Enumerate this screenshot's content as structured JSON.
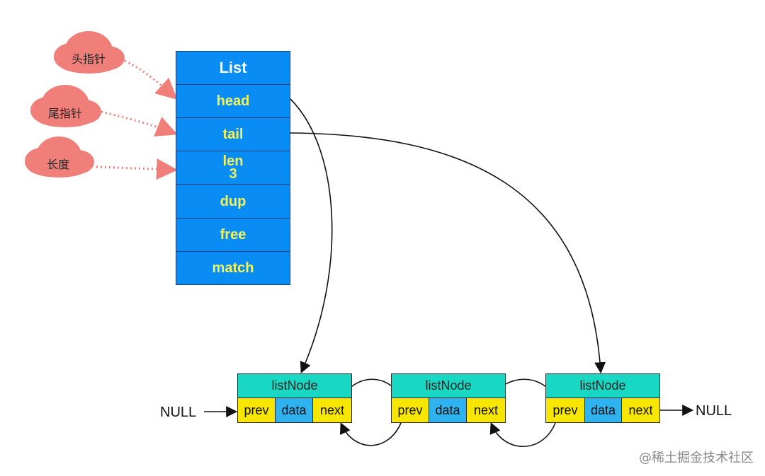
{
  "list": {
    "title": "List",
    "fields": [
      "head",
      "tail",
      "len",
      "dup",
      "free",
      "match"
    ],
    "len_value": "3"
  },
  "annotations": {
    "head": "头指针",
    "tail": "尾指针",
    "len": "长度"
  },
  "nodes": [
    {
      "title": "listNode",
      "prev": "prev",
      "data": "data",
      "next": "next"
    },
    {
      "title": "listNode",
      "prev": "prev",
      "data": "data",
      "next": "next"
    },
    {
      "title": "listNode",
      "prev": "prev",
      "data": "data",
      "next": "next"
    }
  ],
  "null_left": "NULL",
  "null_right": "NULL",
  "watermark": "@稀土掘金技术社区",
  "colors": {
    "list_fill": "#0a8cf5",
    "list_text": "#f2f25a",
    "node_title_fill": "#18d8c4",
    "pointer_slot_fill": "#f7e600",
    "data_slot_fill": "#2fb3f0",
    "cloud_fill": "#f07f7a",
    "dotted_arrow": "#f07f7a"
  }
}
